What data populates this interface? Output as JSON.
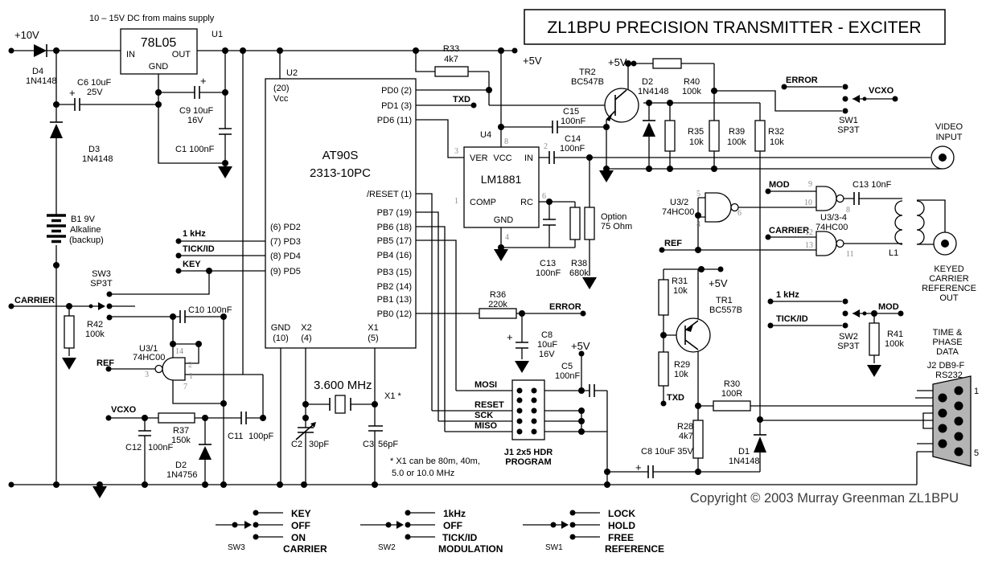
{
  "title": "ZL1BPU PRECISION TRANSMITTER - EXCITER",
  "copyright": "Copyright © 2003 Murray Greenman ZL1BPU",
  "colors": {
    "ink": "#000000",
    "pin_number_gray": "#8a8a8a",
    "db9_fill": "#b4b4b4",
    "copyright_gray": "#3c3c3c"
  },
  "notes": {
    "supply": "10 – 15V DC from mains supply",
    "x1_a": "* X1 can be 80m, 40m,",
    "x1_b": "5.0 or 10.0 MHz"
  },
  "t": {
    "plus10v": "+10V",
    "plus5v": "+5V",
    "plus": "+",
    "u1": "U1",
    "reg": "78L05",
    "in_": "IN",
    "out": "OUT",
    "gnd": "GND",
    "d4": "D4",
    "p4148": "1N4148",
    "d3": "D3",
    "c6": "C6  10uF",
    "c6v": "25V",
    "c9": "C9  10uF",
    "c9v": "16V",
    "c1": "C1  100nF",
    "b1": "B1  9V",
    "b1a": "Alkaline",
    "b1b": "(backup)",
    "khz": "1 kHz",
    "tick": "TICK/ID",
    "key": "KEY",
    "sw3": "SW3",
    "sp3t": "SP3T",
    "carrier": "CARRIER",
    "r42": "R42",
    "v100k": "100k",
    "c10": "C10  100nF",
    "u31": "U3/1",
    "hc00": "74HC00",
    "ref": "REF",
    "n1": "1",
    "n2": "2",
    "n3": "3",
    "n4": "4",
    "n5": "5",
    "n6": "6",
    "n7": "7",
    "n8": "8",
    "n9": "9",
    "n10": "10",
    "n11": "11",
    "n12": "12",
    "n13": "13",
    "n14": "14",
    "vcxo": "VCXO",
    "r37": "R37",
    "r37v": "150k",
    "c12": "C12",
    "c100n": "100nF",
    "d2": "D2",
    "d2zp": "1N4756",
    "c11": "C11",
    "c11v": "100pF",
    "u2": "U2",
    "p20": "(20)",
    "vcc": "Vcc",
    "mcu1": "AT90S",
    "mcu2": "2313-10PC",
    "pd0": "PD0 (2)",
    "pd1": "PD1 (3)",
    "pd6": "PD6 (11)",
    "rst": "/RESET (1)",
    "pb7": "PB7 (19)",
    "pb6": "PB6 (18)",
    "pb5": "PB5 (17)",
    "pb4": "PB4 (16)",
    "pb3": "PB3 (15)",
    "pb2": "PB2 (14)",
    "pb1": "PB1 (13)",
    "pb0": "PB0 (12)",
    "pd2": "(6) PD2",
    "pd3": "(7) PD3",
    "pd4": "(8) PD4",
    "pd5": "(9) PD5",
    "p10": "(10)",
    "x2": "X2",
    "p4": "(4)",
    "x1": "X1",
    "p5": "(5)",
    "xtal": "3.600 MHz",
    "x1s": "X1 *",
    "c2": "C2",
    "c2v": "30pF",
    "c3": "C3",
    "c3v": "56pF",
    "r33": "R33",
    "v4k7": "4k7",
    "txd": "TXD",
    "u4": "U4",
    "ver": "VER",
    "vccu": "VCC",
    "lm": "LM1881",
    "comp": "COMP",
    "rc": "RC",
    "c15": "C15",
    "c14": "C14",
    "c13": "C13",
    "r38": "R38",
    "r38v": "680k",
    "opt1": "Option",
    "opt2": "75 Ohm",
    "tr2": "TR2",
    "tr2p": "BC547B",
    "r36": "R36",
    "r36v": "220k",
    "error": "ERROR",
    "c8": "C8",
    "c8v1": "10uF",
    "c8v2": "16V",
    "c5": "C5",
    "mosi": "MOSI",
    "reset": "RESET",
    "sck": "SCK",
    "miso": "MISO",
    "j1a": "J1  2x5 HDR",
    "j1b": "PROGRAM",
    "r40": "R40",
    "sw1": "SW1",
    "r35": "R35",
    "v10k": "10k",
    "r39": "R39",
    "r32": "R32",
    "video1": "VIDEO",
    "video2": "INPUT",
    "mod": "MOD",
    "u32": "U3/2",
    "u334": "U3/3-4",
    "c13b": "C13 10nF",
    "l1": "L1",
    "keyed1": "KEYED",
    "keyed3": "REFERENCE",
    "keyed4": "OUT",
    "r31": "R31",
    "tr1": "TR1",
    "tr1p": "BC557B",
    "r29": "R29",
    "r30": "R30",
    "r30v": "100R",
    "r28": "R28",
    "c8b": "C8  10uF 35V",
    "d1": "D1",
    "sw2": "SW2",
    "r41": "R41",
    "time1": "TIME &",
    "time2": "PHASE",
    "time3": "DATA",
    "j2a": "J2  DB9-F",
    "j2b": "RS232",
    "lg_off": "OFF",
    "lg_on": "ON",
    "lg_1khz": "1kHz",
    "lg_mod": "MODULATION",
    "lg_lock": "LOCK",
    "lg_hold": "HOLD",
    "lg_free": "FREE"
  }
}
